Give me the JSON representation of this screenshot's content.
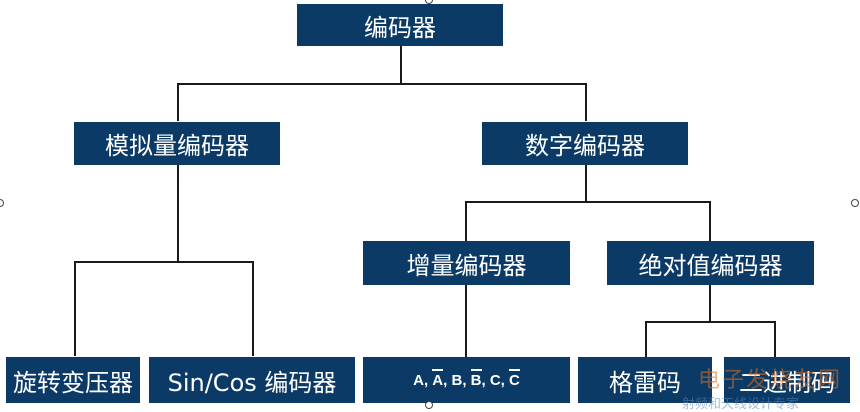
{
  "diagram": {
    "root": "编码器",
    "analog": "模拟量编码器",
    "digital": "数字编码器",
    "incremental": "增量编码器",
    "absolute": "绝对值编码器",
    "resolver": "旋转变压器",
    "sincos": "Sin/Cos 编码器",
    "signals": {
      "a": "A,",
      "a_bar": "A",
      "sep1": ",",
      "b": "B,",
      "b_bar": "B",
      "sep2": ",",
      "c": "C,",
      "c_bar": "C"
    },
    "gray": "格雷码",
    "binary": "二进制码"
  },
  "watermark": {
    "main": "电子发烧友网",
    "sub": "射频和天线设计专家"
  },
  "colors": {
    "node_fill": "#0b3a66",
    "node_text": "#ffffff",
    "line": "#1a1a1a"
  }
}
